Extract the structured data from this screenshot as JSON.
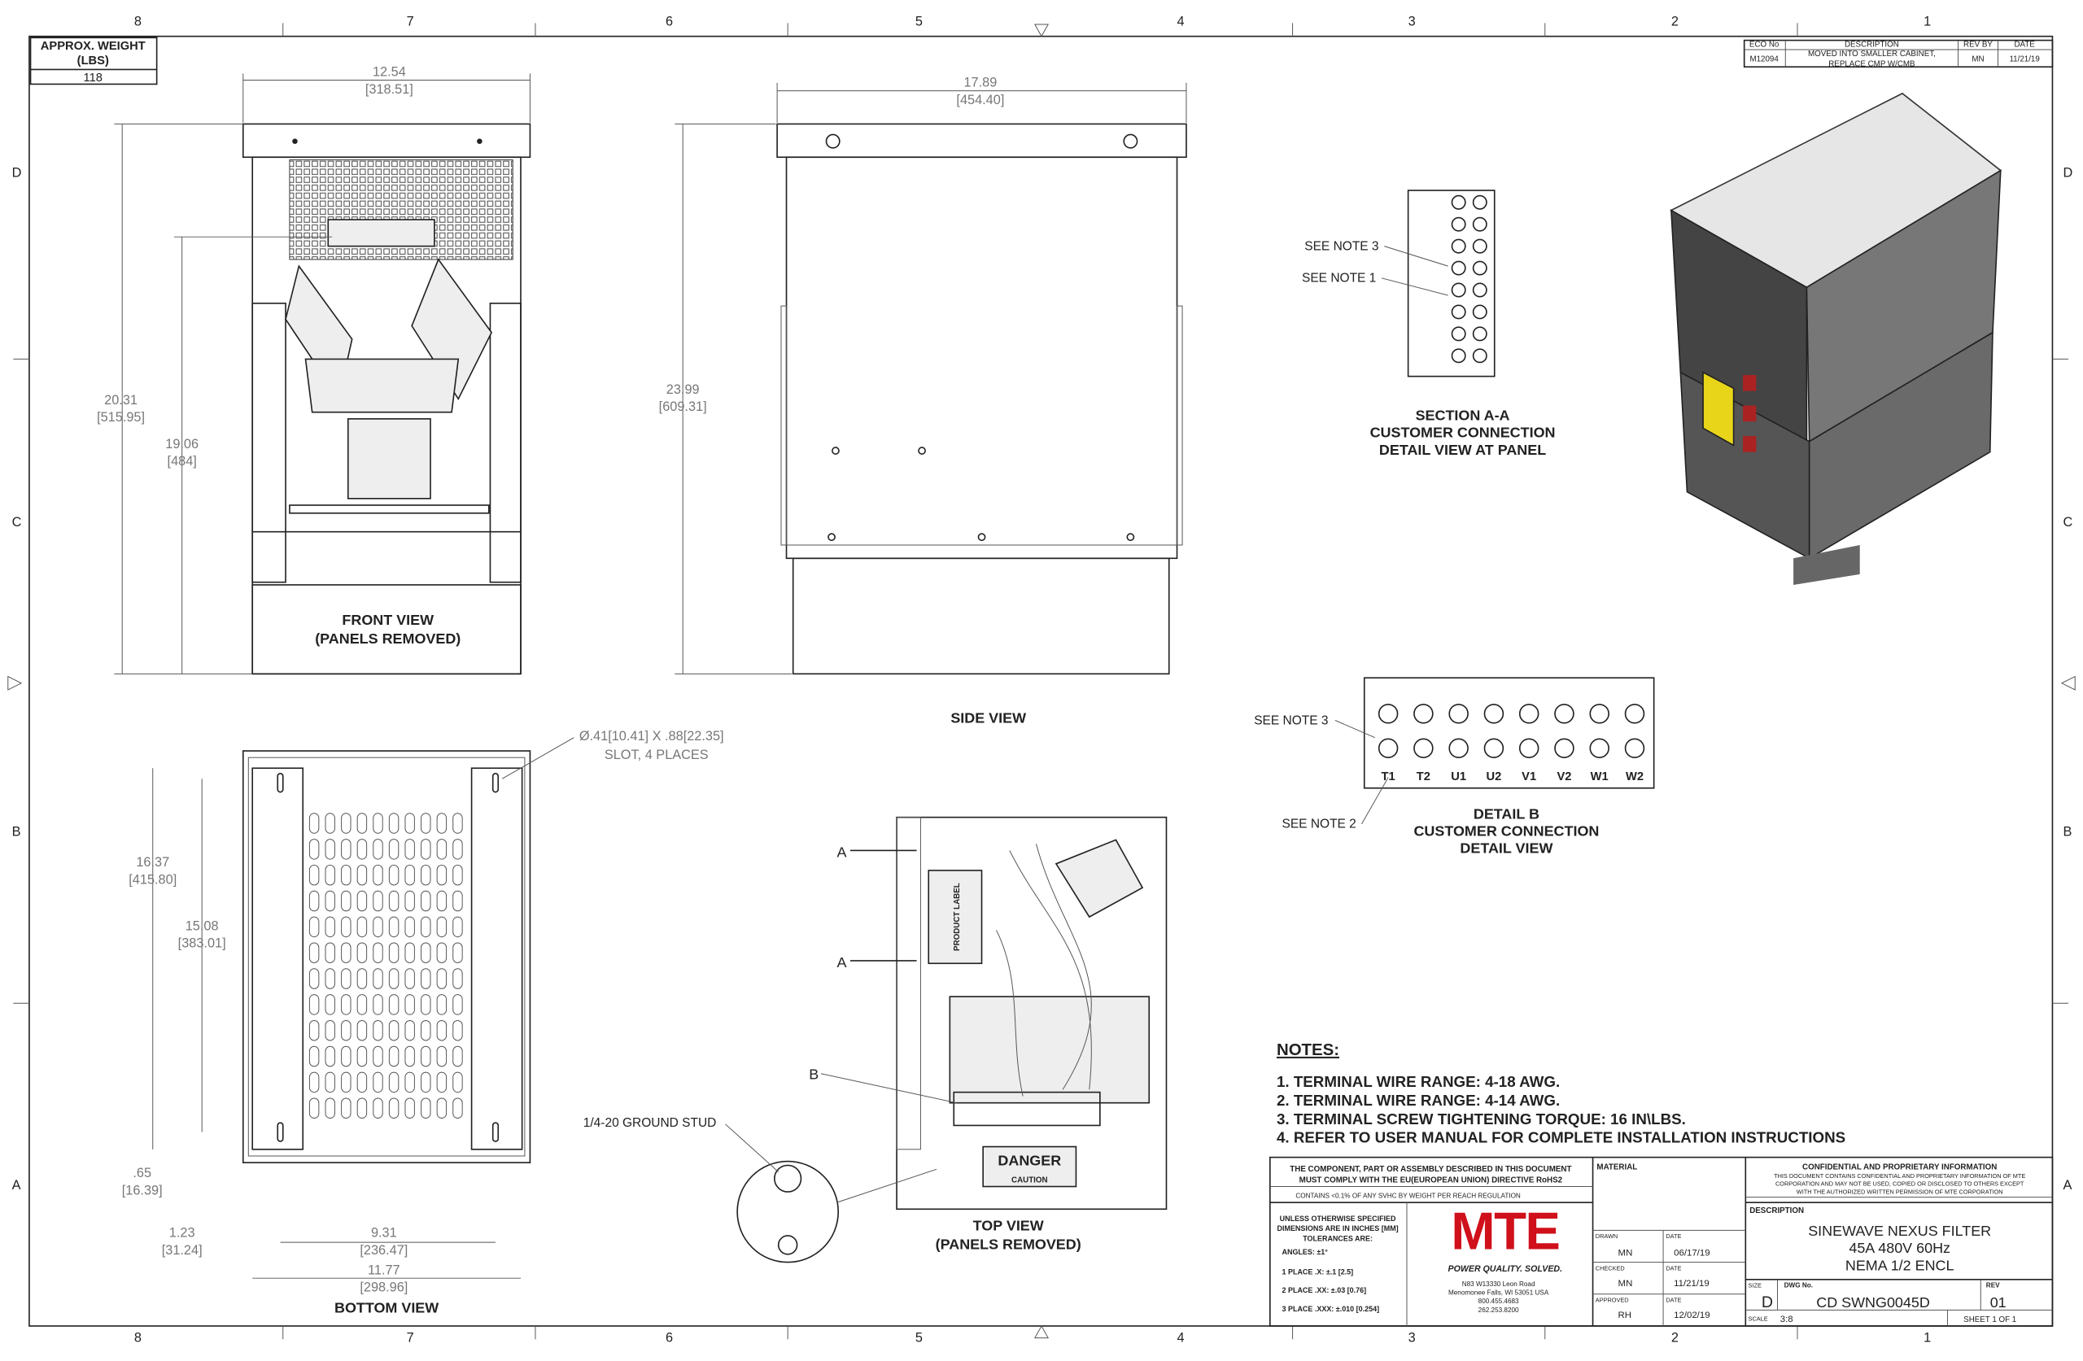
{
  "border": {
    "columns": [
      "8",
      "7",
      "6",
      "5",
      "4",
      "3",
      "2",
      "1"
    ],
    "rows": [
      "D",
      "C",
      "B",
      "A"
    ]
  },
  "weight": {
    "label_line1": "APPROX. WEIGHT",
    "label_line2": "(LBS)",
    "value": "118"
  },
  "revision_block": {
    "headers": [
      "ECO No",
      "DESCRIPTION",
      "REV BY",
      "DATE"
    ],
    "row": {
      "eco": "M12094",
      "desc_line1": "MOVED INTO SMALLER CABINET,",
      "desc_line2": "REPLACE CMP W/CMB",
      "rev_by": "MN",
      "date": "11/21/19"
    }
  },
  "front_view": {
    "title_line1": "FRONT VIEW",
    "title_line2": "(PANELS REMOVED)",
    "dim_width": [
      "12.54",
      "[318.51]"
    ],
    "dim_height": [
      "20.31",
      "[515.95]"
    ],
    "dim_inner": [
      "19.06",
      "[484]"
    ]
  },
  "side_view": {
    "title": "SIDE VIEW",
    "dim_width": [
      "17.89",
      "[454.40]"
    ],
    "dim_height": [
      "23.99",
      "[609.31]"
    ]
  },
  "section_aa": {
    "title_line1": "SECTION A-A",
    "title_line2": "CUSTOMER CONNECTION",
    "title_line3": "DETAIL VIEW AT PANEL",
    "note3": "SEE NOTE 3",
    "note1": "SEE NOTE 1"
  },
  "detail_b": {
    "title_line1": "DETAIL B",
    "title_line2": "CUSTOMER CONNECTION",
    "title_line3": "DETAIL VIEW",
    "note3": "SEE NOTE 3",
    "note2": "SEE NOTE 2",
    "terminals": [
      "T1",
      "T2",
      "U1",
      "U2",
      "V1",
      "V2",
      "W1",
      "W2"
    ]
  },
  "bottom_view": {
    "title": "BOTTOM VIEW",
    "slot_note_line1": "Ø.41[10.41] X .88[22.35]",
    "slot_note_line2": "SLOT, 4 PLACES",
    "dim_16": [
      "16.37",
      "[415.80]"
    ],
    "dim_15": [
      "15.08",
      "[383.01]"
    ],
    "dim_065": [
      ".65",
      "[16.39]"
    ],
    "dim_123": [
      "1.23",
      "[31.24]"
    ],
    "dim_931": [
      "9.31",
      "[236.47]"
    ],
    "dim_1177": [
      "11.77",
      "[298.96]"
    ]
  },
  "top_view": {
    "title_line1": "TOP VIEW",
    "title_line2": "(PANELS REMOVED)",
    "label_a": "A",
    "label_b": "B",
    "ground_stud": "1/4-20 GROUND STUD",
    "product_label": "PRODUCT LABEL",
    "danger": "DANGER",
    "caution": "CAUTION"
  },
  "notes": {
    "title": "NOTES:",
    "items": [
      "1.  TERMINAL WIRE RANGE: 4-18 AWG.",
      "2.  TERMINAL WIRE RANGE: 4-14 AWG.",
      "3.  TERMINAL SCREW TIGHTENING TORQUE: 16 IN\\LBS.",
      "4.  REFER TO USER MANUAL FOR COMPLETE INSTALLATION INSTRUCTIONS"
    ]
  },
  "title_block": {
    "rohs_line1": "THE COMPONENT, PART OR ASSEMBLY DESCRIBED IN THIS DOCUMENT",
    "rohs_line2": "MUST COMPLY WITH THE EU(EUROPEAN UNION) DIRECTIVE RoHS2",
    "reach": "CONTAINS <0.1% OF ANY SVHC BY WEIGHT PER REACH REGULATION",
    "tol_line1": "UNLESS OTHERWISE SPECIFIED",
    "tol_line2": "DIMENSIONS ARE IN INCHES [MM]",
    "tol_line3": "TOLERANCES ARE:",
    "angles": "ANGLES: ±1°",
    "place1": "1 PLACE .X: ±.1 [2.5]",
    "place2": "2 PLACE .XX: ±.03 [0.76]",
    "place3": "3 PLACE .XXX: ±.010 [0.254]",
    "logo": "MTE",
    "tagline": "POWER QUALITY. SOLVED.",
    "address": [
      "N83 W13330 Leon Road",
      "Menomonee Falls, WI 53051 USA",
      "800.455.4683",
      "262.253.8200"
    ],
    "material_label": "MATERIAL",
    "drawn_label": "DRAWN",
    "drawn": "MN",
    "drawn_date": "06/17/19",
    "checked_label": "CHECKED",
    "checked": "MN",
    "checked_date": "11/21/19",
    "approved_label": "APPROVED",
    "approved": "RH",
    "approved_date": "12/02/19",
    "date_label": "DATE",
    "conf_title": "CONFIDENTIAL AND PROPRIETARY INFORMATION",
    "conf_line1": "THIS DOCUMENT CONTAINS CONFIDENTIAL AND PROPRIETARY INFORMATION OF MTE",
    "conf_line2": "CORPORATION AND MAY NOT BE USED, COPIED OR DISCLOSED TO OTHERS EXCEPT",
    "conf_line3": "WITH THE AUTHORIZED WRITTEN PERMISSION OF MTE CORPORATION",
    "description_label": "DESCRIPTION",
    "description": [
      "SINEWAVE NEXUS FILTER",
      "45A 480V 60Hz",
      "NEMA 1/2 ENCL"
    ],
    "size_label": "SIZE",
    "size": "D",
    "dwg_label": "DWG No.",
    "dwg": "CD SWNG0045D",
    "rev_label": "REV",
    "rev": "01",
    "scale_label": "SCALE",
    "scale": "3:8",
    "sheet": "SHEET 1  OF 1"
  },
  "colors": {
    "logo_red": "#d0101a",
    "line": "#222222",
    "dim": "#777777",
    "label_yellow": "#e8d51a"
  }
}
